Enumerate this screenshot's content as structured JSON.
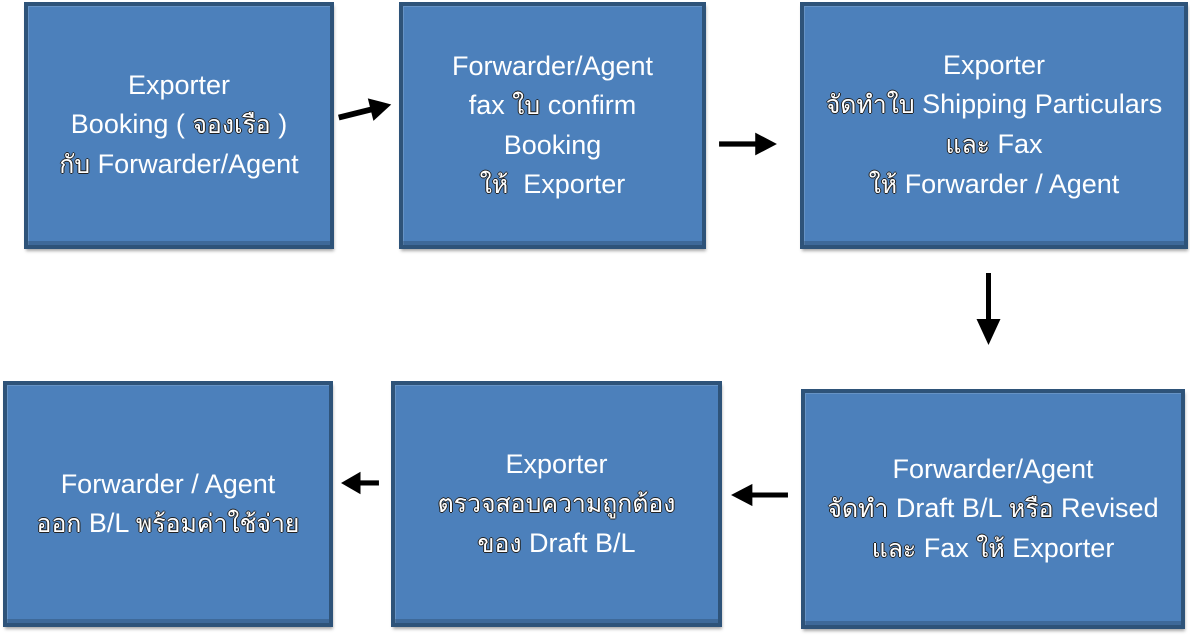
{
  "diagram": {
    "colors": {
      "background": "#ffffff",
      "box_fill": "#4c80bb",
      "box_border": "#2e5379",
      "text": "#ffffff",
      "arrow": "#000000"
    },
    "nodes": [
      {
        "id": "exporter-booking",
        "lines": [
          "Exporter",
          "Booking ( จองเรือ )",
          "กับ Forwarder/Agent"
        ]
      },
      {
        "id": "forwarder-fax-confirm-booking",
        "lines": [
          "Forwarder/Agent",
          "fax ใบ confirm",
          "Booking",
          "ให้  Exporter"
        ]
      },
      {
        "id": "exporter-shipping-particulars",
        "lines": [
          "Exporter",
          "จัดทำใบ Shipping Particulars",
          "และ Fax",
          "ให้ Forwarder / Agent"
        ]
      },
      {
        "id": "forwarder-draft-bl",
        "lines": [
          "Forwarder/Agent",
          "จัดทำ Draft B/L หรือ Revised",
          "และ Fax ให้ Exporter"
        ]
      },
      {
        "id": "exporter-check-draft-bl",
        "lines": [
          "Exporter",
          "ตรวจสอบความถูกต้อง",
          "ของ Draft B/L"
        ]
      },
      {
        "id": "forwarder-issue-bl",
        "lines": [
          "Forwarder / Agent",
          "ออก B/L พร้อมค่าใช้จ่าย"
        ]
      }
    ],
    "arrows": [
      {
        "from": "exporter-booking",
        "to": "forwarder-fax-confirm-booking",
        "direction": "right"
      },
      {
        "from": "forwarder-fax-confirm-booking",
        "to": "exporter-shipping-particulars",
        "direction": "right"
      },
      {
        "from": "exporter-shipping-particulars",
        "to": "forwarder-draft-bl",
        "direction": "down"
      },
      {
        "from": "forwarder-draft-bl",
        "to": "exporter-check-draft-bl",
        "direction": "left"
      },
      {
        "from": "exporter-check-draft-bl",
        "to": "forwarder-issue-bl",
        "direction": "left"
      }
    ]
  }
}
